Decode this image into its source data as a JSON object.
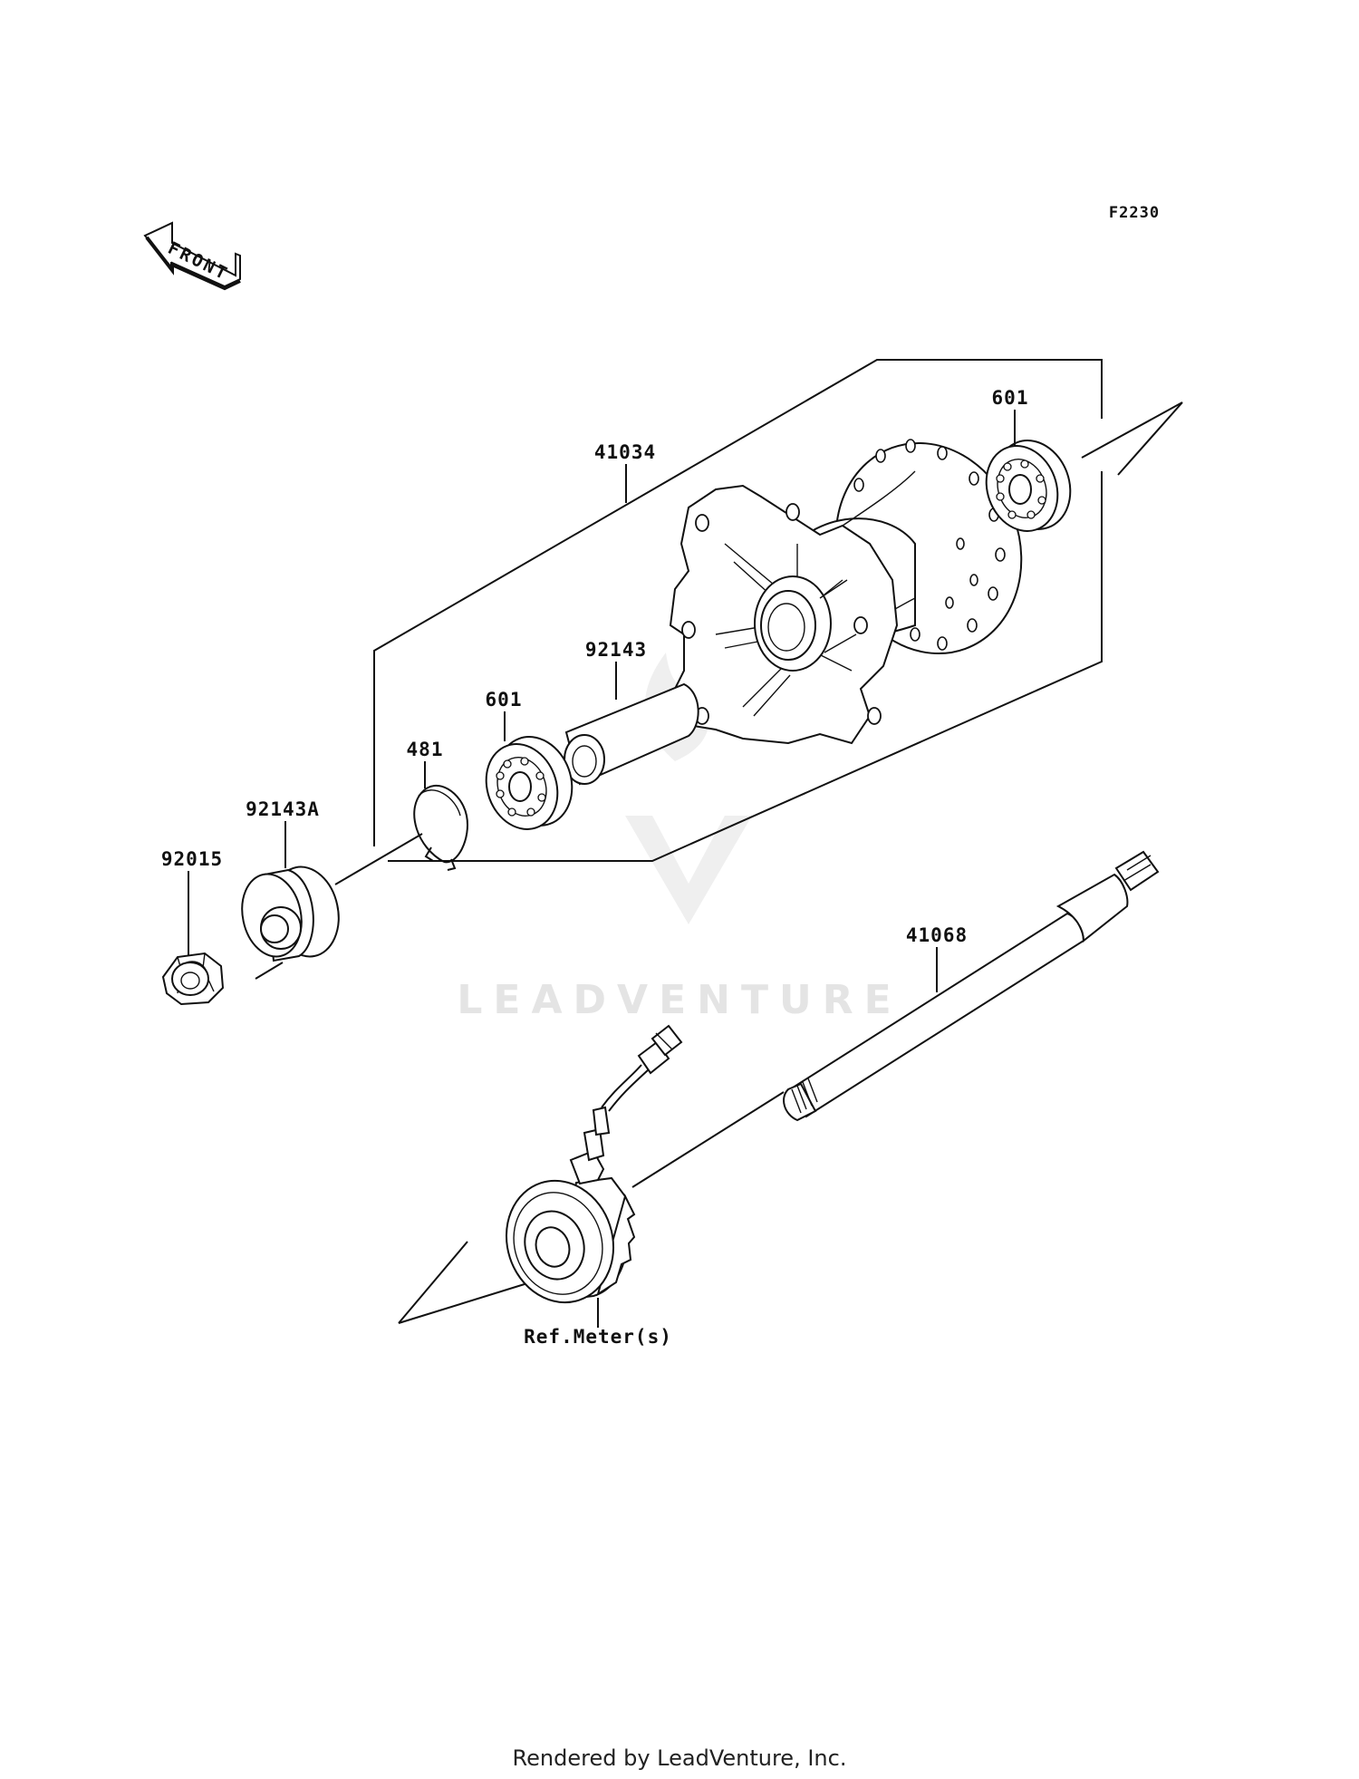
{
  "figure_code": "F2230",
  "front_badge": "FRONT",
  "labels": {
    "hub": "41034",
    "bearing_right": "601",
    "bearing_left": "601",
    "spacer": "92143",
    "circlip": "481",
    "collar": "92143A",
    "nut": "92015",
    "axle": "41068",
    "meter_ref": "Ref.Meter(s)"
  },
  "watermark": "LEADVENTURE",
  "footer": "Rendered by LeadVenture, Inc."
}
